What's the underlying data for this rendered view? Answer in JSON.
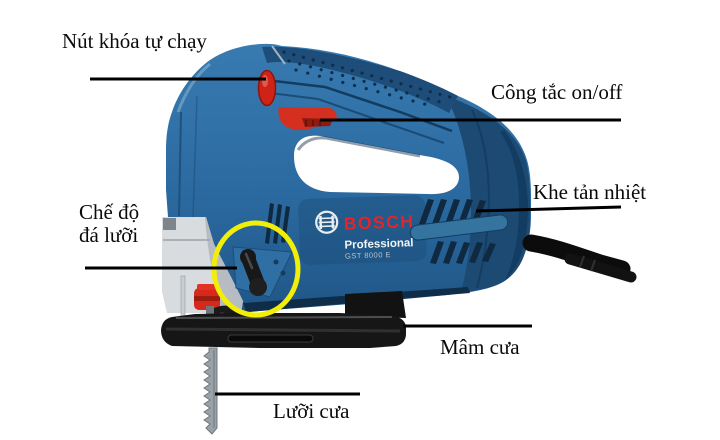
{
  "figure": {
    "title": "Bosch jigsaw labeled parts diagram"
  },
  "annotations": {
    "lock_button": {
      "text": "Nút khóa tự chạy"
    },
    "power_switch": {
      "text": "Công tắc on/off"
    },
    "vents": {
      "text": "Khe tản nhiệt"
    },
    "pendulum_mode": {
      "line1": "Chế độ",
      "line2": "đá lưỡi"
    },
    "base_plate": {
      "text": "Mâm cưa"
    },
    "blade": {
      "text": "Lưỡi cưa"
    }
  },
  "branding": {
    "name": "BOSCH",
    "tier": "Professional",
    "model": "GST 8000 E"
  },
  "icons": {
    "bosch_armature_icon": "circle-with-armature"
  },
  "colors": {
    "body_blue": "#2b6aa0",
    "body_navy": "#1d4a73",
    "deep_navy": "#0f2d49",
    "highlight_yellow": "#f2ee07",
    "bosch_red": "#e3242b",
    "accent_red": "#d32c1d",
    "baseplate_black": "#161616",
    "blade_gray": "#9aa2a8",
    "silver": "#d8dcdf",
    "label_text": "#0a0a0a",
    "leader_line": "#000000"
  }
}
